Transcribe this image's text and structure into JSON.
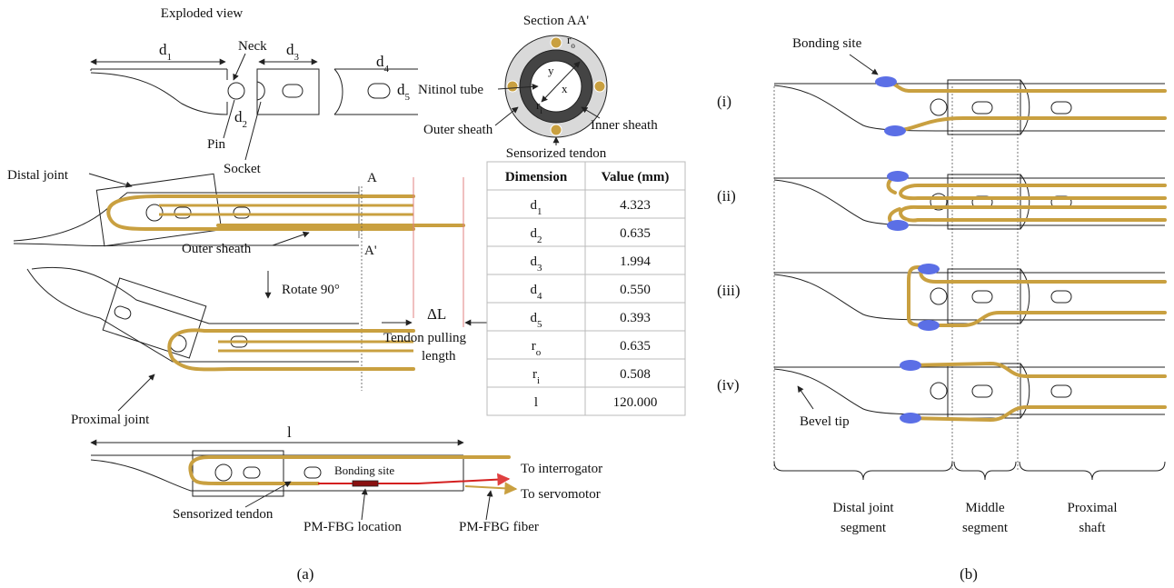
{
  "panel_a": {
    "exploded_title": "Exploded view",
    "labels": {
      "d1": "d",
      "d1_sub": "1",
      "d2": "d",
      "d2_sub": "2",
      "d3": "d",
      "d3_sub": "3",
      "d4": "d",
      "d4_sub": "4",
      "d5": "d",
      "d5_sub": "5",
      "neck": "Neck",
      "pin": "Pin",
      "socket": "Socket",
      "distal_joint": "Distal joint",
      "outer_sheath": "Outer sheath",
      "A": "A",
      "A_prime": "A'",
      "rotate": "Rotate 90°",
      "delta_l": "ΔL",
      "tendon_pulling_1": "Tendon pulling",
      "tendon_pulling_2": "length",
      "proximal_joint": "Proximal joint",
      "l": "l",
      "bonding_site": "Bonding site",
      "to_interrogator": "To interrogator",
      "to_servomotor": "To servomotor",
      "sensorized_tendon": "Sensorized tendon",
      "pmfbg_location": "PM-FBG location",
      "pmfbg_fiber": "PM-FBG fiber",
      "caption": "(a)"
    },
    "section": {
      "title": "Section AA'",
      "nitinol_tube": "Nitinol tube",
      "outer_sheath": "Outer sheath",
      "inner_sheath": "Inner sheath",
      "sensorized_tendon": "Sensorized tendon",
      "ro": "r",
      "ro_sub": "o",
      "ri": "r",
      "ri_sub": "i",
      "x": "x",
      "y": "y"
    },
    "table": {
      "headers": [
        "Dimension",
        "Value (mm)"
      ],
      "rows": [
        {
          "dim": "d",
          "sub": "1",
          "value": "4.323"
        },
        {
          "dim": "d",
          "sub": "2",
          "value": "0.635"
        },
        {
          "dim": "d",
          "sub": "3",
          "value": "1.994"
        },
        {
          "dim": "d",
          "sub": "4",
          "value": "0.550"
        },
        {
          "dim": "d",
          "sub": "5",
          "value": "0.393"
        },
        {
          "dim": "r",
          "sub": "o",
          "value": "0.635"
        },
        {
          "dim": "r",
          "sub": "i",
          "value": "0.508"
        },
        {
          "dim": "l",
          "sub": "",
          "value": "120.000"
        }
      ]
    }
  },
  "panel_b": {
    "bonding_site": "Bonding site",
    "configs": [
      "(i)",
      "(ii)",
      "(iii)",
      "(iv)"
    ],
    "bevel_tip": "Bevel tip",
    "segments": [
      {
        "line1": "Distal joint",
        "line2": "segment"
      },
      {
        "line1": "Middle",
        "line2": "segment"
      },
      {
        "line1": "Proximal",
        "line2": "shaft"
      }
    ],
    "caption": "(b)"
  },
  "colors": {
    "tendon": "#c9a040",
    "bonding": "#5b6fe6",
    "fiber": "#d42020",
    "outline": "#222222"
  }
}
